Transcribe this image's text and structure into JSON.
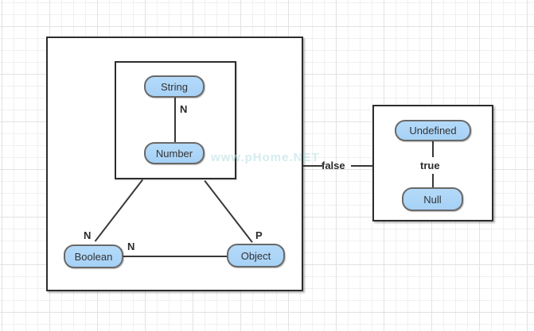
{
  "watermark": {
    "text": "www.pHome.NET"
  },
  "colors": {
    "node_fill": "#a9d4f7",
    "node_border": "#696969",
    "group_border": "#2d2d2d",
    "edge": "#383838",
    "grid_minor": "#f0f0f0",
    "grid_major": "#e2e2e2"
  },
  "diagram": {
    "nodes": [
      {
        "id": "string",
        "label": "String"
      },
      {
        "id": "number",
        "label": "Number"
      },
      {
        "id": "boolean",
        "label": "Boolean"
      },
      {
        "id": "object",
        "label": "Object"
      },
      {
        "id": "undefined",
        "label": "Undefined"
      },
      {
        "id": "null",
        "label": "Null"
      }
    ],
    "edge_labels": [
      {
        "id": "n-string-number",
        "text": "N"
      },
      {
        "id": "n-boolean-top",
        "text": "N"
      },
      {
        "id": "n-boolean-object",
        "text": "N"
      },
      {
        "id": "p-object",
        "text": "P"
      },
      {
        "id": "false",
        "text": "false"
      },
      {
        "id": "true",
        "text": "true"
      }
    ]
  }
}
